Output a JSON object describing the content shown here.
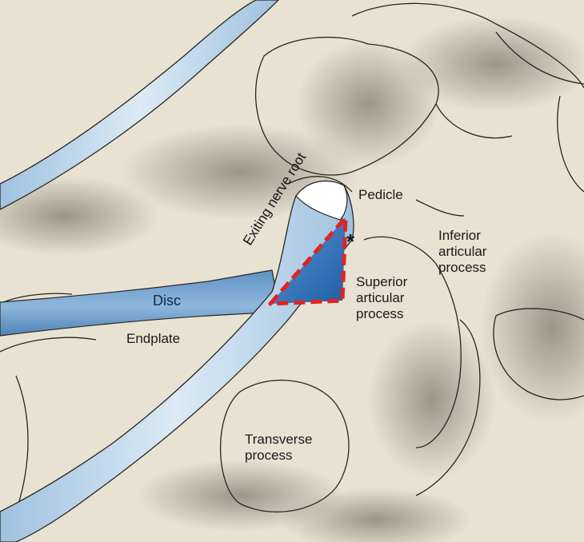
{
  "diagram": {
    "labels": {
      "disc": "Disc",
      "endplate": "Endplate",
      "exiting_nerve_root": "Exiting nerve root",
      "pedicle": "Pedicle",
      "inferior_articular_process": [
        "Inferior",
        "articular",
        "process"
      ],
      "superior_articular_process": [
        "Superior",
        "articular",
        "process"
      ],
      "transverse_process": [
        "Transverse",
        "process"
      ],
      "asterisk": "*"
    },
    "colors": {
      "bone": "#e7e2d2",
      "bone_shadow": "#8e8676",
      "nerve": "#c9dff0",
      "disc": "#6e9fcc",
      "triangle_fill": "#2f6fb5",
      "triangle_outline": "#e32222",
      "outline": "#2a2520"
    }
  }
}
